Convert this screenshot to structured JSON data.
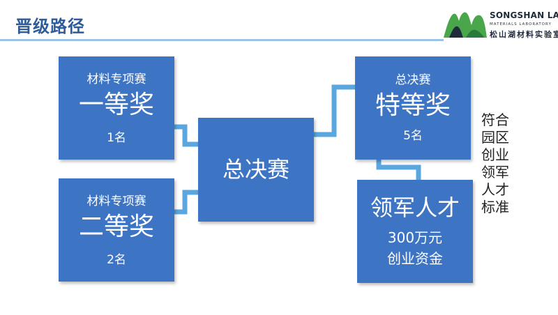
{
  "page": {
    "title": "晋级路径"
  },
  "logo": {
    "name_en": "SONGSHAN LAKE",
    "subtitle_en": "MATERIALS LABORATORY",
    "name_cn": "松山湖材料实验室",
    "colors": {
      "green": "#4aa64a",
      "dark": "#1f2a3a"
    }
  },
  "flow": {
    "first_prize": {
      "category": "材料专项赛",
      "award": "一等奖",
      "count": "1名"
    },
    "second_prize": {
      "category": "材料专项赛",
      "award": "二等奖",
      "count": "2名"
    },
    "final": {
      "label": "总决赛"
    },
    "special_prize": {
      "category": "总决赛",
      "award": "特等奖",
      "count": "5名"
    },
    "leader": {
      "title": "领军人才",
      "amount": "300万元",
      "funding": "创业资金"
    }
  },
  "side_note": [
    "符合",
    "园区",
    "创业",
    "领军",
    "人才",
    "标准"
  ],
  "colors": {
    "box_fill": "#3d74c4",
    "arrow": "#5aa7e0",
    "title": "#2e5b9a",
    "title_rule": "#9cc3e6"
  }
}
